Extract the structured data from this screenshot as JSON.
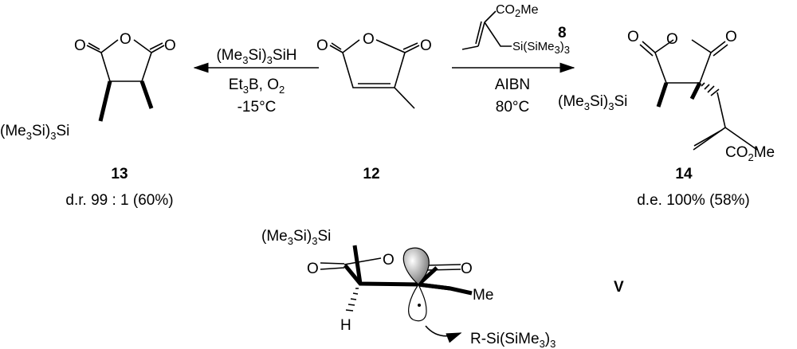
{
  "compound_13": {
    "number": "13",
    "result": "d.r. 99 : 1 (60%)",
    "substituent": [
      "(Me",
      "3",
      "Si)",
      "3",
      "Si"
    ],
    "o_ring": "O",
    "o_left": "O",
    "o_right": "O"
  },
  "compound_12": {
    "number": "12",
    "o_ring": "O",
    "o_left": "O",
    "o_right": "O"
  },
  "compound_14": {
    "number": "14",
    "result": "d.e. 100% (58%)",
    "substituent": [
      "(Me",
      "3",
      "Si)",
      "3",
      "Si"
    ],
    "ester": [
      "CO",
      "2",
      "Me"
    ],
    "o_ring": "O",
    "o_left": "O",
    "o_right": "O"
  },
  "reaction_left": {
    "reagent": [
      "(Me",
      "3",
      "Si)",
      "3",
      "SiH"
    ],
    "conditions1": [
      "Et",
      "3",
      "B, O",
      "2"
    ],
    "conditions2": "-15°C"
  },
  "reaction_right": {
    "reagent_number": "8",
    "reagent_ester": [
      "CO",
      "2",
      "Me"
    ],
    "reagent_silyl": [
      "Si(SiMe",
      "3",
      ")",
      "3"
    ],
    "conditions1": "AIBN",
    "conditions2": "80°C"
  },
  "intermediate_V": {
    "label": "V",
    "substituent": [
      "(Me",
      "3",
      "Si)",
      "3",
      "Si"
    ],
    "o_left": "O",
    "o_ring": "O",
    "o_right": "O",
    "h": "H",
    "me": "Me",
    "attack": [
      "R-Si(SiMe",
      "3",
      ")",
      "3"
    ]
  }
}
